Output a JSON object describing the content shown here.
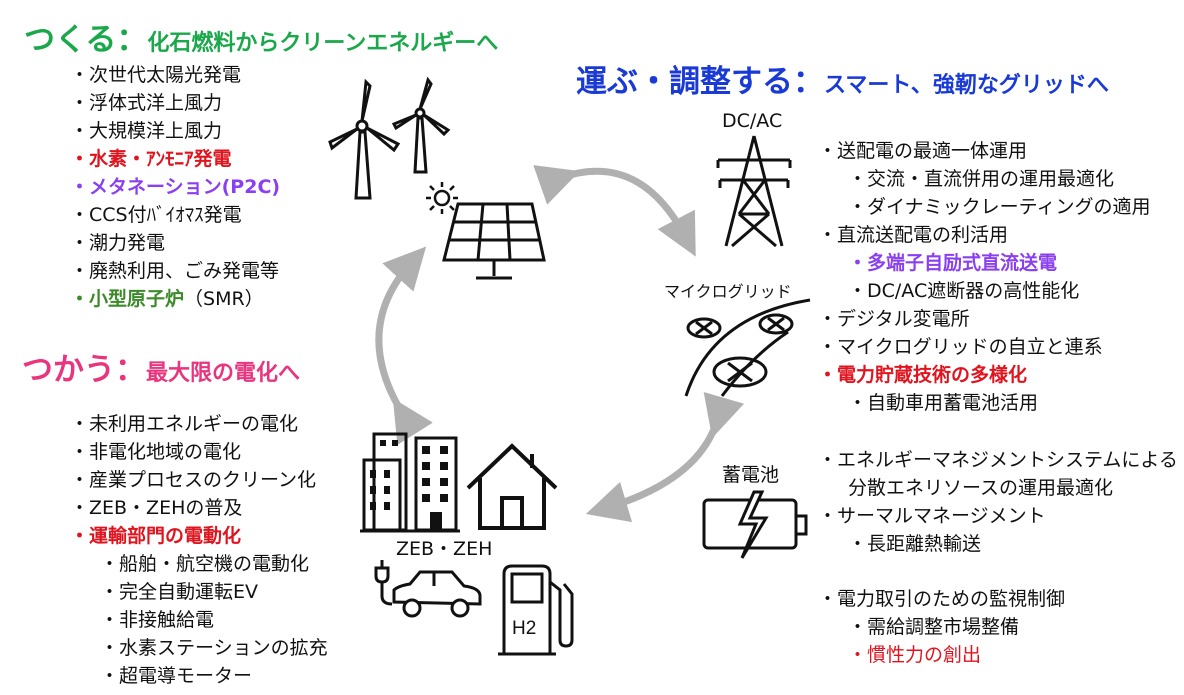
{
  "make": {
    "title": "つくる：",
    "subtitle": "化石燃料からクリーンエネルギーへ",
    "items": [
      {
        "text": "・次世代太陽光発電",
        "style": ""
      },
      {
        "text": "・浮体式洋上風力",
        "style": ""
      },
      {
        "text": "・大規模洋上風力",
        "style": ""
      },
      {
        "text": "・水素・ｱﾝﾓﾆｱ発電",
        "style": "red"
      },
      {
        "text": "・メタネーション(P2C)",
        "style": "purple"
      },
      {
        "text": "・CCS付ﾊﾞｲｵﾏｽ発電",
        "style": ""
      },
      {
        "text": "・潮力発電",
        "style": ""
      },
      {
        "text": "・廃熱利用、ごみ発電等",
        "style": ""
      },
      {
        "text": "・小型原子炉",
        "style": "green",
        "suffix": "（SMR）"
      }
    ]
  },
  "carry": {
    "title": "運ぶ・調整する：",
    "subtitle": "スマート、強靭なグリッドへ",
    "items": [
      {
        "text": "・送配電の最適一体運用",
        "style": ""
      },
      {
        "text": "・交流・直流併用の運用最適化",
        "style": "",
        "indent": true
      },
      {
        "text": "・ダイナミックレーティングの適用",
        "style": "",
        "indent": true
      },
      {
        "text": "・直流送配電の利活用",
        "style": ""
      },
      {
        "text": "・多端子自励式直流送電",
        "style": "purple",
        "indent": true
      },
      {
        "text": "・DC/AC遮断器の高性能化",
        "style": "",
        "indent": true
      },
      {
        "text": "・デジタル変電所",
        "style": ""
      },
      {
        "text": "・マイクログリッドの自立と連系",
        "style": ""
      },
      {
        "text": "・電力貯蔵技術の多様化",
        "style": "red"
      },
      {
        "text": "・自動車用蓄電池活用",
        "style": "",
        "indent": true
      }
    ],
    "items2": [
      {
        "text": "・エネルギーマネジメントシステムによる",
        "style": ""
      },
      {
        "text": "分散エネリソースの運用最適化",
        "style": "",
        "indent": true
      },
      {
        "text": "・サーマルマネージメント",
        "style": ""
      },
      {
        "text": "・長距離熱輸送",
        "style": "",
        "indent": true
      }
    ],
    "items3": [
      {
        "text": "・電力取引のための監視制御",
        "style": ""
      },
      {
        "text": "・需給調整市場整備",
        "style": "",
        "indent": true
      },
      {
        "text": "・慣性力の創出",
        "style": "redplain",
        "indent": true
      }
    ]
  },
  "use": {
    "title": "つかう：",
    "subtitle": "最大限の電化へ",
    "items": [
      {
        "text": "・未利用エネルギーの電化",
        "style": ""
      },
      {
        "text": "・非電化地域の電化",
        "style": ""
      },
      {
        "text": "・産業プロセスのクリーン化",
        "style": ""
      },
      {
        "text": "・ZEB・ZEHの普及",
        "style": ""
      },
      {
        "text": "・運輸部門の電動化",
        "style": "red"
      },
      {
        "text": "・船舶・航空機の電動化",
        "style": "",
        "indent": true
      },
      {
        "text": "・完全自動運転EV",
        "style": "",
        "indent": true
      },
      {
        "text": "・非接触給電",
        "style": "",
        "indent": true
      },
      {
        "text": "・水素ステーションの拡充",
        "style": "",
        "indent": true
      },
      {
        "text": "・超電導モーター",
        "style": "",
        "indent": true
      }
    ]
  },
  "labels": {
    "dcac": "DC/AC",
    "microgrid": "マイクログリッド",
    "battery": "蓄電池",
    "zeb": "ZEB・ZEH",
    "h2": "H2"
  },
  "icons": [
    "wind-turbine-icon",
    "sun-icon",
    "solar-panel-icon",
    "transmission-tower-icon",
    "microgrid-icon",
    "battery-icon",
    "buildings-icon",
    "house-icon",
    "ev-car-icon",
    "hydrogen-pump-icon"
  ],
  "colors": {
    "make": "#1aa84a",
    "carry": "#1a3ad6",
    "use": "#e8357e",
    "red": "#e0141e",
    "purple": "#8a3ff0",
    "green": "#3c8a2a",
    "arrow": "#b0b0b0"
  }
}
